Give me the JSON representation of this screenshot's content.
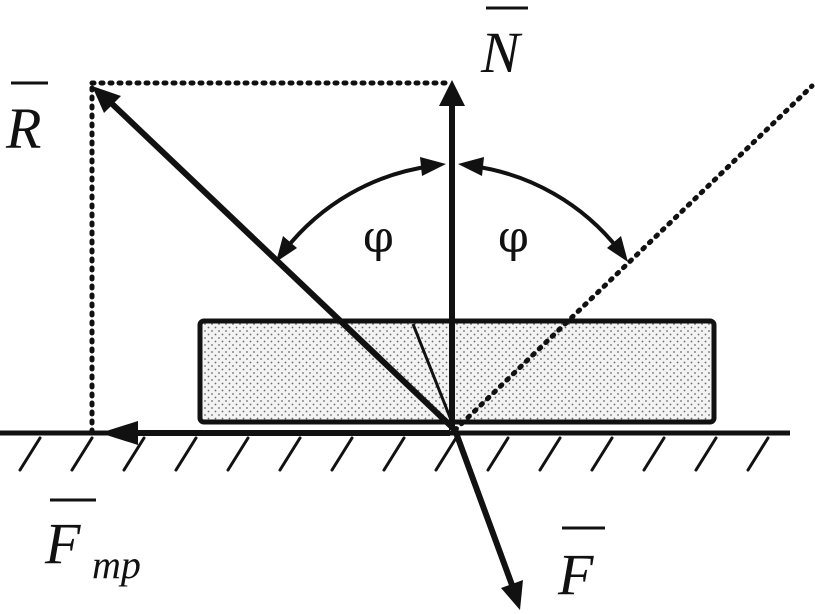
{
  "labels": {
    "normal_force": "N",
    "reaction_force": "R",
    "applied_force": "F",
    "friction_force": "F",
    "friction_subscript": "mp",
    "angle_left": "φ",
    "angle_right": "φ"
  },
  "colors": {
    "ink": "#111111",
    "block_fill": "#f3f3f3",
    "block_dots": "#6a6a6a",
    "background": "#ffffff"
  }
}
